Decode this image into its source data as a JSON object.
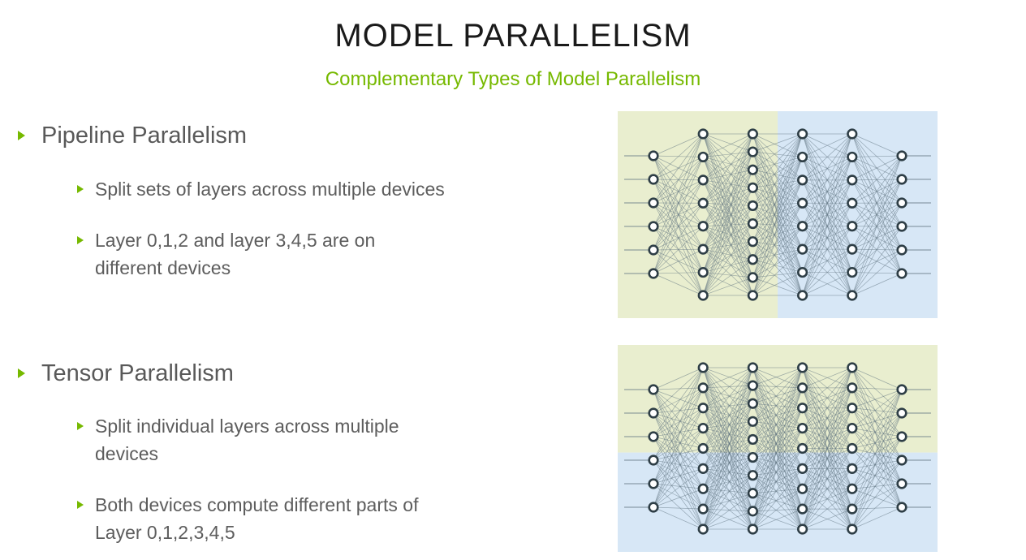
{
  "slide": {
    "title": "MODEL PARALLELISM",
    "subtitle": "Complementary Types of Model Parallelism",
    "sections": [
      {
        "heading": "Pipeline Parallelism",
        "bullets": [
          "Split sets of layers across multiple devices",
          "Layer 0,1,2 and layer 3,4,5 are on\ndifferent devices"
        ]
      },
      {
        "heading": "Tensor Parallelism",
        "bullets": [
          "Split individual layers across multiple\ndevices",
          "Both devices compute different parts of\nLayer 0,1,2,3,4,5"
        ]
      }
    ]
  },
  "colors": {
    "accent_green": "#76b900",
    "title_text": "#1a1a1a",
    "body_text": "#5d5d5d",
    "device1_bg": "#e9eecf",
    "device2_bg": "#d7e7f6",
    "node_stroke": "#2e3e46",
    "node_fill": "#ffffff",
    "edge": "#5f7380"
  },
  "diagrams": [
    {
      "name": "pipeline-parallelism-network",
      "description": "fully connected network, left half on device 1 (green), right half on device 2 (blue)",
      "split": "vertical",
      "split_ratio": 0.5,
      "layers": [
        6,
        8,
        10,
        8,
        8,
        6
      ]
    },
    {
      "name": "tensor-parallelism-network",
      "description": "fully connected network, top half on device 1 (green), bottom half on device 2 (blue)",
      "split": "horizontal",
      "split_ratio": 0.52,
      "layers": [
        6,
        9,
        10,
        9,
        9,
        6
      ]
    }
  ]
}
